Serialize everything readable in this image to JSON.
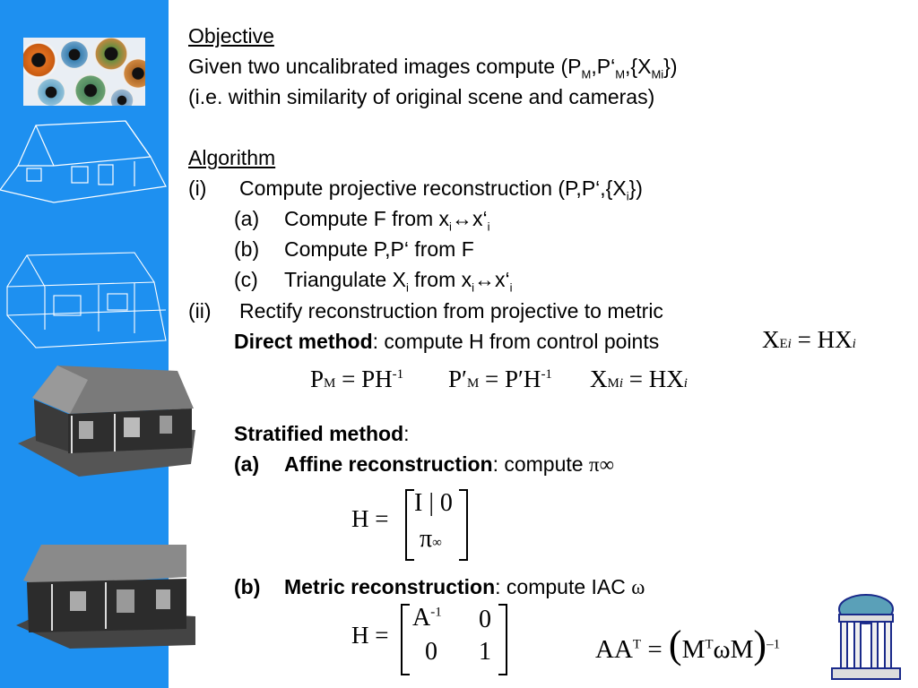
{
  "objective": {
    "heading": "Objective",
    "line1": {
      "pre": "Given two uncalibrated images compute (P",
      "sub1": "M",
      "mid1": ",P‘",
      "sub2": "M",
      "mid2": ",{X",
      "sub3": "Mi",
      "post": "})"
    },
    "line2": "(i.e. within similarity of original scene and cameras)"
  },
  "algorithm": {
    "heading": "Algorithm",
    "step_i": {
      "num": "(i)",
      "text_pre": "Compute projective reconstruction (P,P‘,{X",
      "sub": "i",
      "text_post": "})"
    },
    "step_ia": {
      "num": "(a)",
      "pre": "Compute F from x",
      "sub1": "i",
      "arrow": "↔x‘",
      "sub2": "i"
    },
    "step_ib": {
      "num": "(b)",
      "text": "Compute P,P‘ from F"
    },
    "step_ic": {
      "num": "(c)",
      "pre": "Triangulate X",
      "sub1": "i",
      "mid": " from x",
      "sub2": "i",
      "arrow": "↔x‘",
      "sub3": "i"
    },
    "step_ii": {
      "num": "(ii)",
      "text": "Rectify reconstruction from projective to metric"
    },
    "direct": {
      "bold": "Direct method",
      "rest": ": compute H from control points"
    },
    "stratified": {
      "bold": "Stratified method",
      "rest": ":"
    },
    "affine": {
      "num": "(a)",
      "bold": "Affine reconstruction",
      "rest": ": compute ",
      "sym": "π∞"
    },
    "metric": {
      "num": "(b)",
      "bold": "Metric reconstruction",
      "rest": ": compute IAC ",
      "sym": "ω"
    }
  },
  "equations": {
    "control": {
      "lhs": "X",
      "lhs_sub": "E",
      "lhs_sub_i": "i",
      "eq": " = HX",
      "rhs_sub": "i"
    },
    "pm": {
      "a": "P",
      "a_sub": "M",
      "b": " = PH",
      "b_sup": "-1"
    },
    "ppm": {
      "a": "P′",
      "a_sub": "M",
      "b": " = P′H",
      "b_sup": "-1"
    },
    "xm": {
      "a": "X",
      "a_sub": "M",
      "a_sub_i": "i",
      "b": " = HX",
      "b_sub": "i"
    },
    "h_affine": {
      "lhs": "H =",
      "r1": "I | 0",
      "r2": "π",
      "r2_sub": "∞"
    },
    "h_metric": {
      "lhs": "H =",
      "a11": "A",
      "a11_sup": "-1",
      "a12": "0",
      "a21": "0",
      "a22": "1"
    },
    "aat": {
      "a": "AA",
      "a_sup": "T",
      "eq": " = ",
      "m": "M",
      "m_sup": "T",
      "w": "ωM",
      "sup": "–1"
    }
  },
  "images": [
    "eyes-photo",
    "house-wireframe",
    "house-wireframe-textured",
    "house-photo-1",
    "house-photo-2",
    "rotunda-logo"
  ]
}
